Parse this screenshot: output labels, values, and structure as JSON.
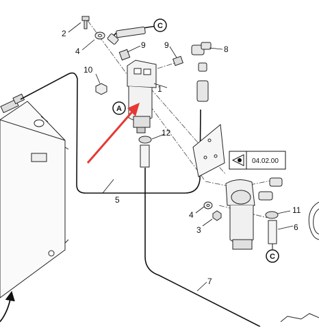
{
  "diagram": {
    "callouts": [
      {
        "id": "c1",
        "text": "1"
      },
      {
        "id": "c2",
        "text": "2"
      },
      {
        "id": "c3",
        "text": "3"
      },
      {
        "id": "c4a",
        "text": "4"
      },
      {
        "id": "c4b",
        "text": "4"
      },
      {
        "id": "c5",
        "text": "5"
      },
      {
        "id": "c6",
        "text": "6"
      },
      {
        "id": "c7",
        "text": "7"
      },
      {
        "id": "c8",
        "text": "8"
      },
      {
        "id": "c9a",
        "text": "9"
      },
      {
        "id": "c9b",
        "text": "9"
      },
      {
        "id": "c10",
        "text": "10"
      },
      {
        "id": "c11",
        "text": "11"
      },
      {
        "id": "c12",
        "text": "12"
      }
    ],
    "connector_top": "C",
    "connector_bottom": "C",
    "view_marker": "A",
    "reference_label": "04.02.00",
    "colors": {
      "arrow": "#e53935",
      "line": "#111111",
      "part_fill": "#f2f2f2"
    }
  }
}
